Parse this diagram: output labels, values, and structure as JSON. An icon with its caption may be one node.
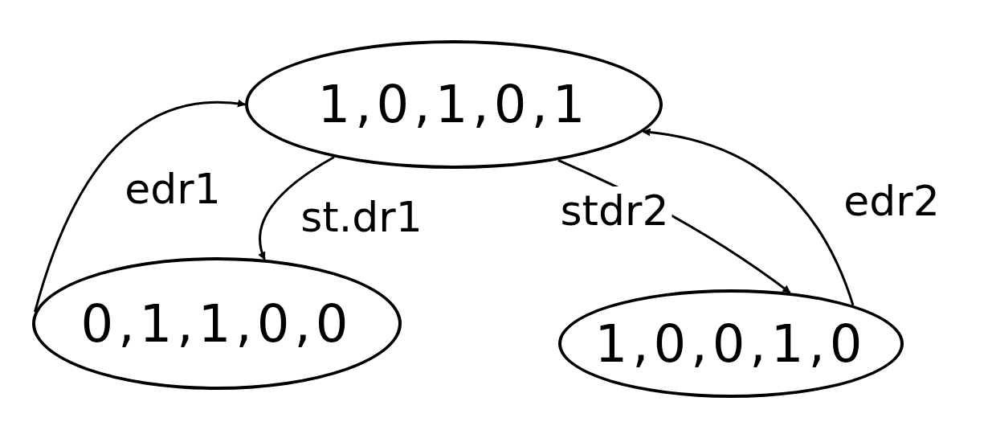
{
  "diagram": {
    "nodes": [
      {
        "text": [
          "1,0,1,0,1"
        ]
      },
      {
        "text": [
          "0,1,1,0,0"
        ]
      },
      {
        "text": [
          "1,0,0,1,0"
        ]
      }
    ],
    "edges": [
      {
        "from": 1,
        "to": 0,
        "arrow": "to",
        "label": "edr1"
      },
      {
        "from": 0,
        "to": 1,
        "arrow": "to",
        "label": "st.dr1"
      },
      {
        "from": 0,
        "to": 2,
        "arrow": "to",
        "label": "stdr2"
      },
      {
        "from": 2,
        "to": 0,
        "arrow": "to",
        "label": "edr2"
      }
    ]
  }
}
